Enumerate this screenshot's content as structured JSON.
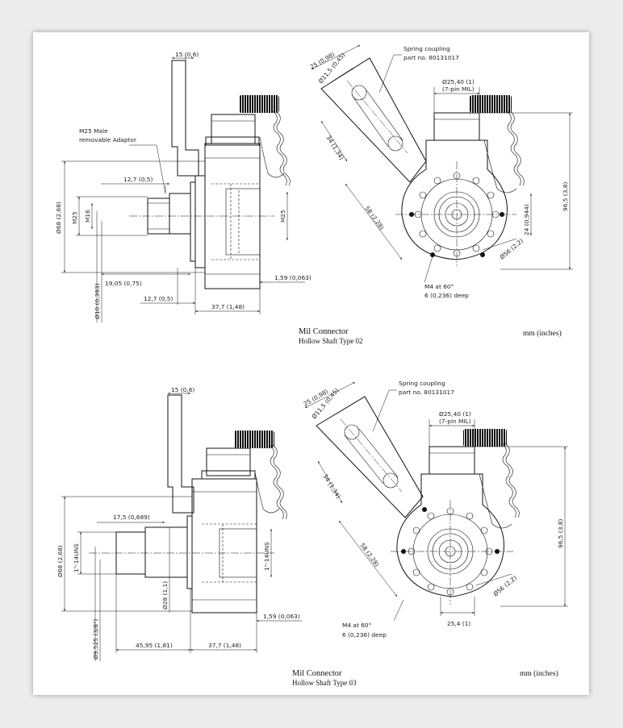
{
  "panels": [
    {
      "caption_title": "Mil Connector",
      "caption_subtitle": "Hollow Shaft Type 02",
      "units_label": "mm (inches)",
      "side_view": {
        "dim_top": "15 (0,6)",
        "callout": [
          "M25 Male",
          "removable Adaptor"
        ],
        "dim_adaptor_len": "12,7 (0,5)",
        "dim_overall_dia": "Ø68 (2,68)",
        "dim_thread_a": "M25",
        "dim_thread_b": "M16",
        "dim_thread_c": "M25",
        "dim_shaft_dia": "Ø10 (0,393)",
        "dim_shaft_len": "19,05 (0,75)",
        "dim_step": "12,7 (0,5)",
        "dim_flange": "1,59 (0,063)",
        "dim_body": "37,7 (1,48)"
      },
      "front_view": {
        "callout": [
          "Spring coupling",
          "part no. 80131017"
        ],
        "dim_arm_w": "25 (0,98)",
        "dim_hole": "Ø11,5 (0,45)",
        "dim_conn_dia": "Ø25,40 (1)",
        "dim_conn_note": "(7-pin MIL)",
        "dim_arm_a": "34 (1,34)",
        "dim_arm_b": "58 (2,28)",
        "dim_height": "96,5 (3,8)",
        "dim_center": "24 (0,944)",
        "dim_bc": "Ø56 (2,2)",
        "note": [
          "M4 at 60°",
          "6 (0,236) deep"
        ]
      }
    },
    {
      "caption_title": "Mil Connector",
      "caption_subtitle": "Hollow Shaft Type 03",
      "units_label": "mm (inches)",
      "side_view": {
        "dim_top": "15 (0,6)",
        "dim_adaptor_len": "17,5 (0,689)",
        "dim_overall_dia": "Ø68 (2,68)",
        "dim_thread_a": "1\"-14UNS",
        "dim_thread_c": "1\"-14UNS",
        "dim_bore": "Ø28 (1,1)",
        "dim_shaft_dia": "Ø9,525 (3/8\")",
        "dim_shaft_len": "45,95 (1,81)",
        "dim_flange": "1,59 (0,063)",
        "dim_body": "37,7 (1,48)"
      },
      "front_view": {
        "callout": [
          "Spring coupling",
          "part no. 80131017"
        ],
        "dim_arm_w": "25 (0,98)",
        "dim_hole": "Ø11,5 (0,45)",
        "dim_conn_dia": "Ø25,40 (1)",
        "dim_conn_note": "(7-pin MIL)",
        "dim_arm_a": "34 (1,34)",
        "dim_arm_b": "58 (2,28)",
        "dim_height": "96,5 (3,8)",
        "dim_center": "25,4 (1)",
        "dim_bc": "Ø56 (2,2)",
        "note": [
          "M4 at 60°",
          "6 (0,236) deep"
        ]
      }
    }
  ]
}
